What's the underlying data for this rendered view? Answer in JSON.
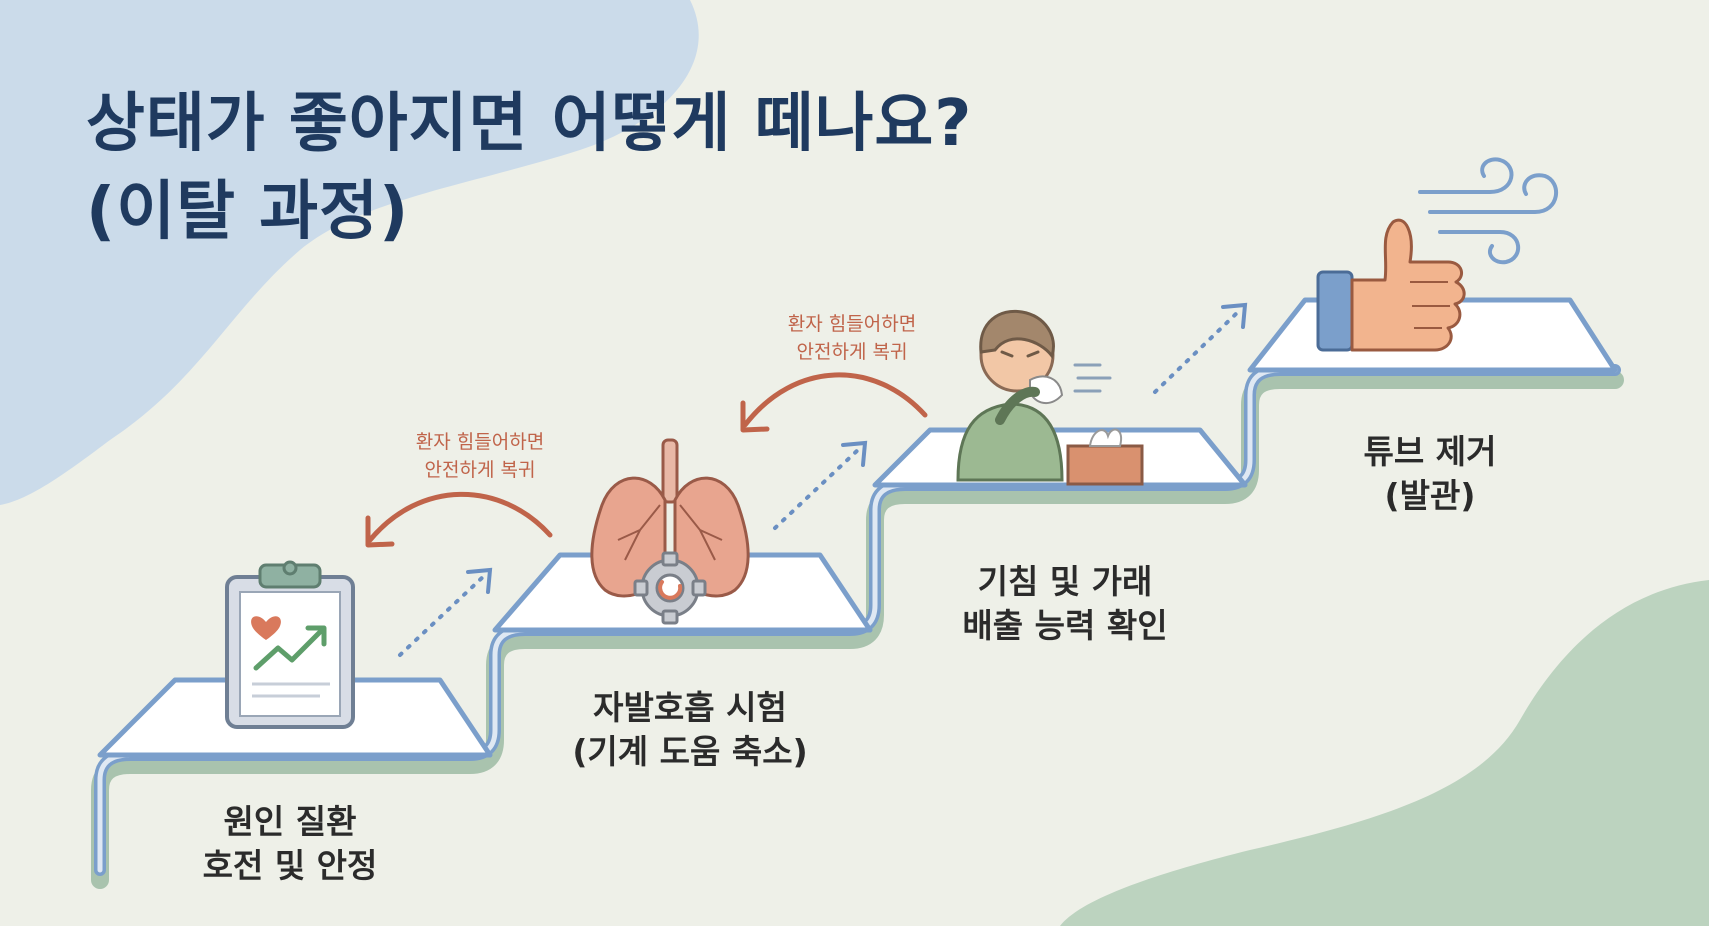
{
  "title": {
    "line1": "상태가 좋아지면 어떻게 떼나요?",
    "line2": "(이탈 과정)"
  },
  "steps": [
    {
      "line1": "원인 질환",
      "line2": "호전 및 안정",
      "icon": "clipboard-chart-icon"
    },
    {
      "line1": "자발호흡 시험",
      "line2": "(기계 도움 축소)",
      "icon": "lungs-gear-icon"
    },
    {
      "line1": "기침 및 가래",
      "line2": "배출 능력 확인",
      "icon": "coughing-person-icon"
    },
    {
      "line1": "튜브 제거",
      "line2": "(발관)",
      "icon": "thumbs-up-icon"
    }
  ],
  "return_notes": [
    {
      "line1": "환자 힘들어하면",
      "line2": "안전하게 복귀"
    },
    {
      "line1": "환자 힘들어하면",
      "line2": "안전하게 복귀"
    }
  ],
  "colors": {
    "title": "#1f3a5f",
    "stair_outline": "#7b9fcb",
    "stair_fill": "#ffffff",
    "return_arrow": "#c0644a",
    "progress_arrow": "#6a8fc2",
    "blob_blue": "#cbdbea",
    "blob_green": "#bcd3bf"
  }
}
